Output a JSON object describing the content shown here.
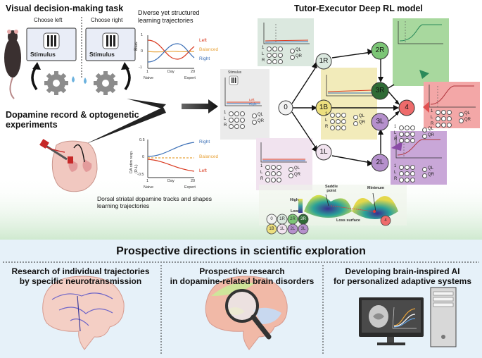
{
  "top": {
    "task_title": "Visual decision-making task",
    "choose_left": "Choose left",
    "choose_right": "Choose right",
    "stimulus": "Stimulus",
    "trajectory_title_l1": "Diverse yet structured",
    "trajectory_title_l2": "learning trajectories",
    "dopamine_title_l1": "Dopamine record & optogenetic",
    "dopamine_title_l2": "experiments",
    "striatal_caption_l1": "Dorsal striatal dopamine tracks and shapes",
    "striatal_caption_l2": "learning trajectories",
    "model_title": "Tutor-Executor Deep RL model"
  },
  "chart1": {
    "ylabel": "Bias",
    "yticks": [
      "1",
      "0",
      "-1"
    ],
    "xticks": [
      "1",
      "Day",
      "20"
    ],
    "xend_labels": [
      "Naive",
      "Expert"
    ],
    "legend": [
      "Left",
      "Balanced",
      "Right"
    ]
  },
  "chart2": {
    "ylabel_l1": "DA stim resp.",
    "ylabel_l2": "(R-L)",
    "yticks": [
      "0.5",
      "0",
      "-0.5"
    ],
    "xticks": [
      "1",
      "Day",
      "20"
    ],
    "xend_labels": [
      "Naive",
      "Expert"
    ],
    "legend": [
      "Right",
      "Balanced",
      "Left"
    ]
  },
  "network": {
    "nodes": [
      "0",
      "1R",
      "1B",
      "1L",
      "2R",
      "3R",
      "3L",
      "2L",
      "4"
    ],
    "row_labels": [
      "1",
      "L",
      "R"
    ],
    "q_labels": [
      "QL",
      "QR"
    ],
    "stim_mini": "Stimulus",
    "mini_legend": [
      "Left",
      "Right"
    ]
  },
  "loss": {
    "high": "High",
    "low": "Low",
    "saddle": "Saddle point",
    "minimum": "Minimum",
    "surface": "Loss surface",
    "badges": [
      "0",
      "1R",
      "2R",
      "3R",
      "1B",
      "1L",
      "2L",
      "3L",
      "4"
    ]
  },
  "bottom": {
    "title": "Prospective directions in scientific exploration",
    "col1_l1": "Research of individual trajectories",
    "col1_l2": "by specific neurotransmission",
    "col2_l1": "Prospective research",
    "col2_l2": "in dopamine-related brain disorders",
    "col3_l1": "Developing brain-inspired AI",
    "col3_l2": "for personalized adaptive systems"
  },
  "colors": {
    "left": "#d9381e",
    "balanced": "#e8a33a",
    "right": "#3b6fb6",
    "green": "#7cc576",
    "yellow": "#ecdf7e",
    "purple": "#b590cc",
    "red": "#ee6b6b",
    "teal": "#2aa198"
  }
}
